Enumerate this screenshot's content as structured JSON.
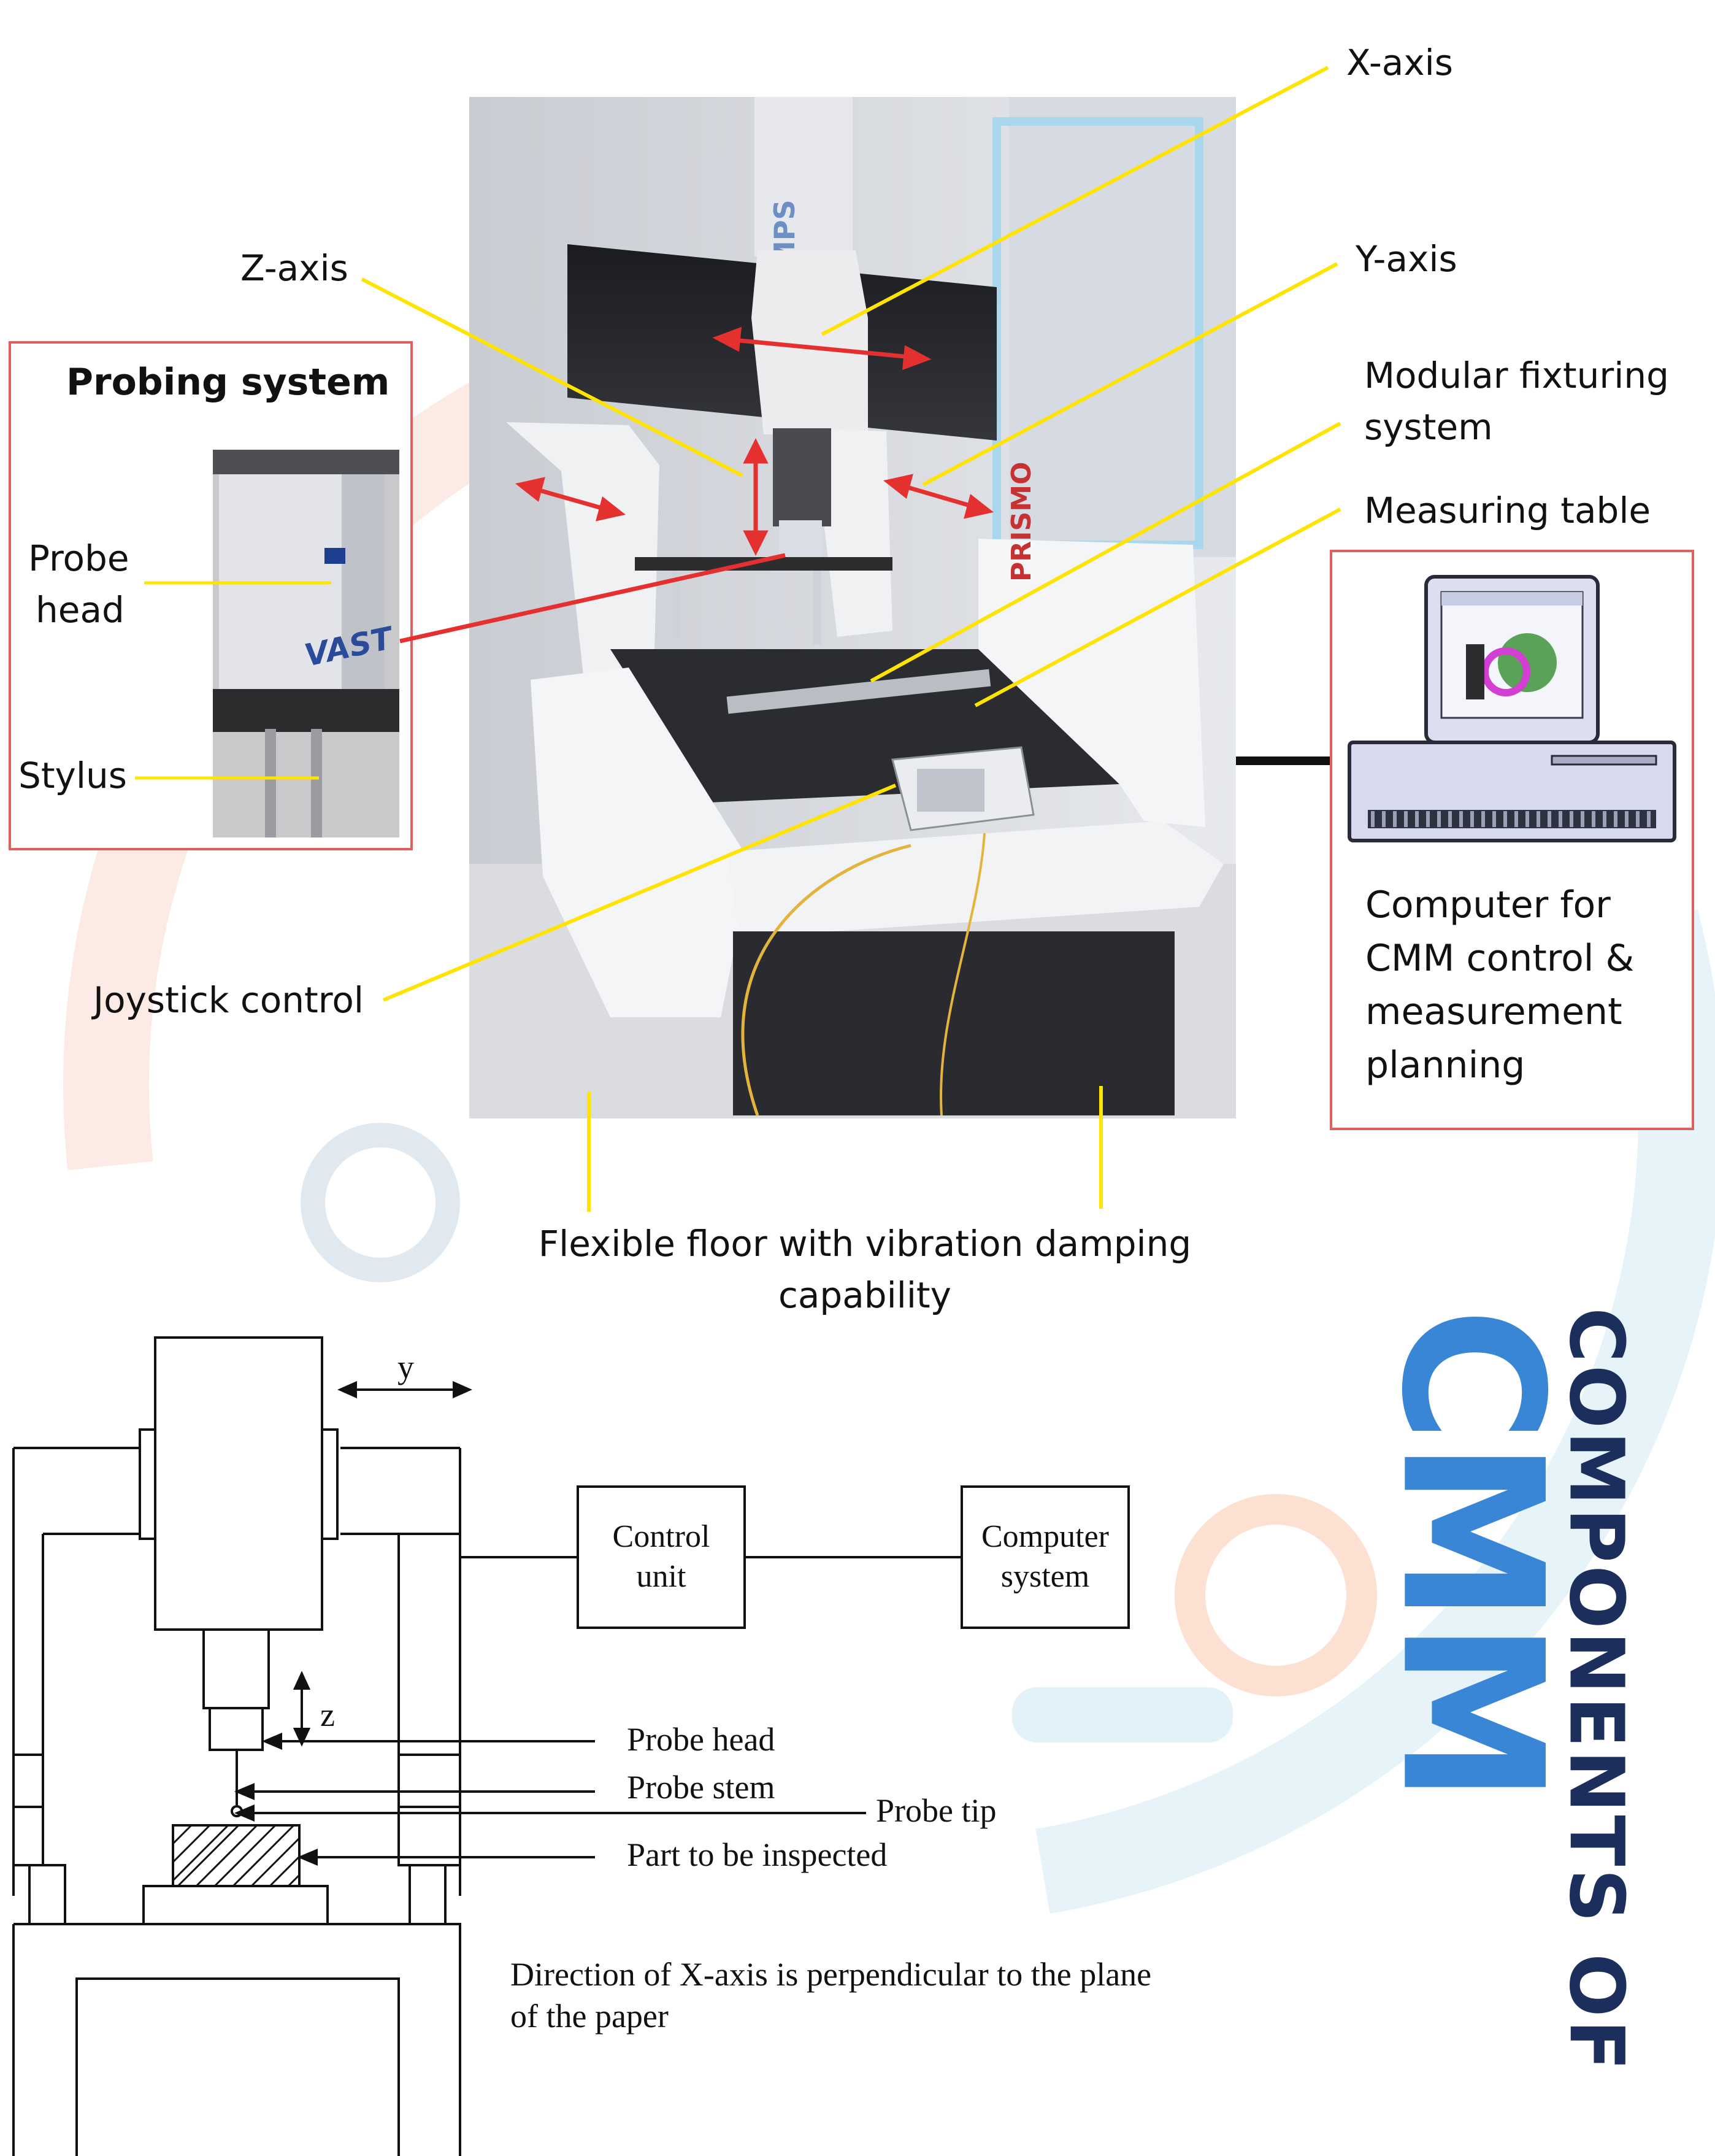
{
  "photo_labels": {
    "x_axis": "X-axis",
    "y_axis": "Y-axis",
    "z_axis": "Z-axis",
    "modular_line1": "Modular fixturing",
    "modular_line2": "system",
    "measuring_table": "Measuring table",
    "joystick": "Joystick control",
    "floor_line1": "Flexible floor with vibration damping",
    "floor_line2": "capability",
    "machine_brand": "PRISMO"
  },
  "probing_box": {
    "title": "Probing system",
    "probe_line1": "Probe",
    "probe_line2": "head",
    "stylus": "Stylus",
    "brand": "VAST"
  },
  "computer_box": {
    "line1": "Computer for",
    "line2": "CMM control &",
    "line3": "measurement",
    "line4": "planning"
  },
  "schematic": {
    "y_label": "y",
    "z_label": "z",
    "control_unit_line1": "Control",
    "control_unit_line2": "unit",
    "computer_line1": "Computer",
    "computer_line2": "system",
    "probe_head": "Probe head",
    "probe_stem": "Probe stem",
    "probe_tip": "Probe tip",
    "part": "Part to be inspected",
    "note_line1": "Direction of X-axis is perpendicular to the plane",
    "note_line2": "of the paper"
  },
  "title": {
    "line1": "COMPONENTS OF",
    "line2": "CMM"
  },
  "colors": {
    "leader_yellow": "#ffe400",
    "arrow_red": "#e53030",
    "box_red": "#e06060",
    "title_dark": "#1c2f5c",
    "title_blue": "#3a86d6"
  }
}
